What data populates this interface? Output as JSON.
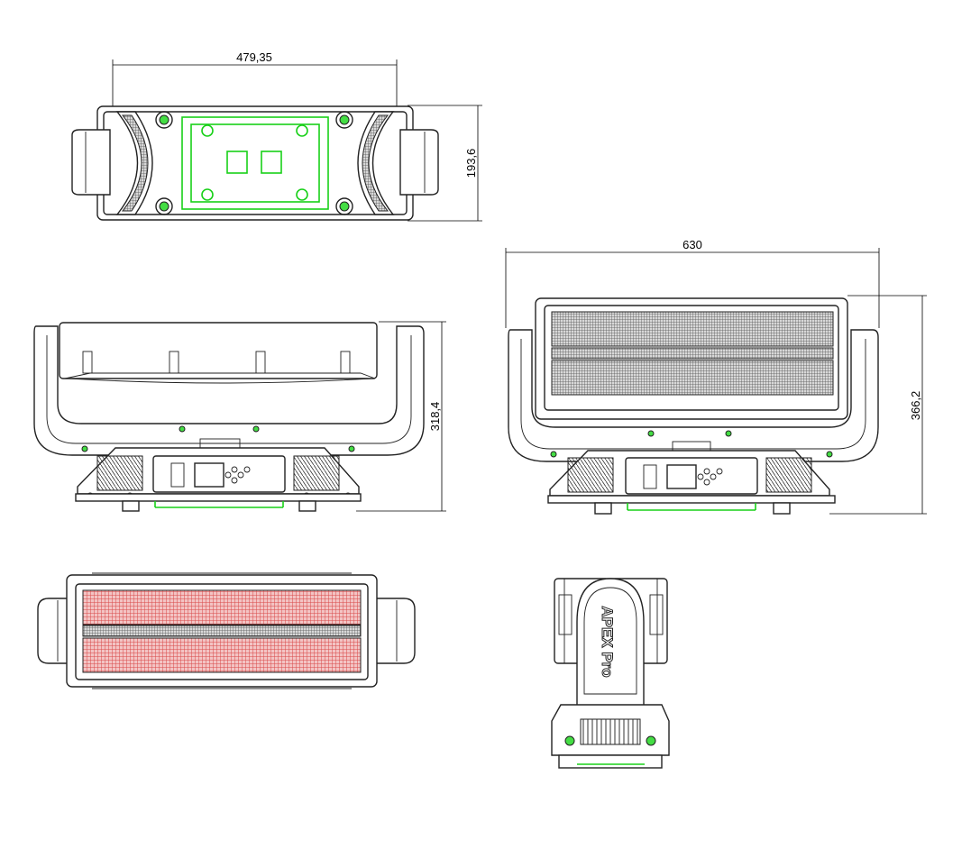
{
  "dimensions": {
    "top_width": "479,35",
    "top_depth": "193,6",
    "side_height": "318,4",
    "front_width": "630",
    "front_height": "366,2"
  },
  "branding": {
    "logo_text": "APEX Pro"
  },
  "colors": {
    "outline": "#222222",
    "highlight_green": "#18d018",
    "led_red": "#e05a5a",
    "led_dark": "#555555"
  }
}
